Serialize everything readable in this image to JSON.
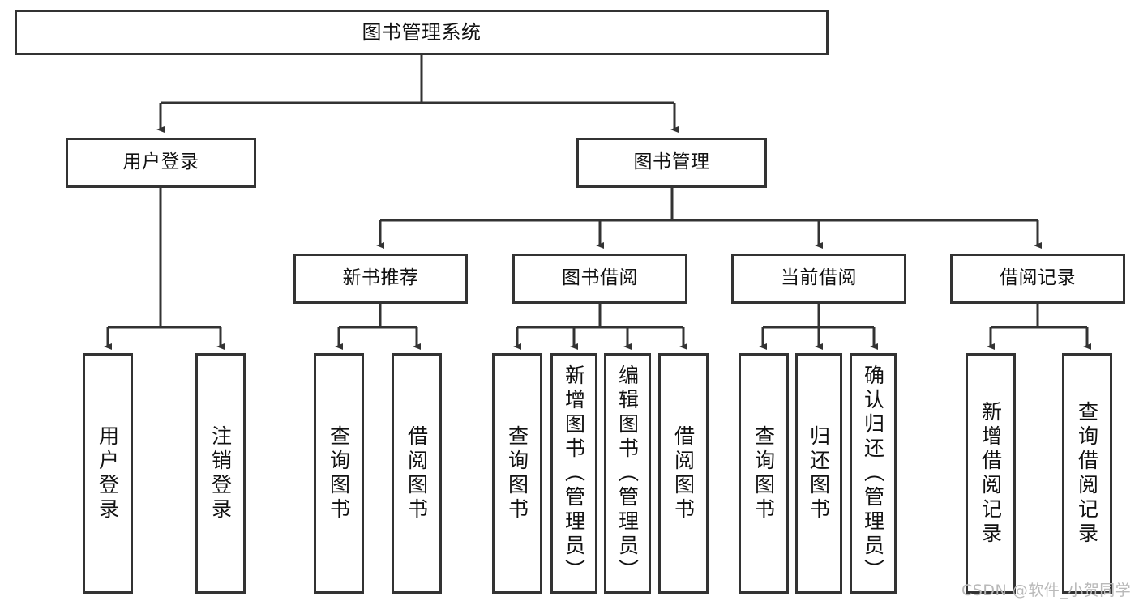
{
  "diagram": {
    "title": "图书管理系统",
    "type": "hierarchy-tree",
    "colors": {
      "box_border": "#333333",
      "box_fill": "#ffffff",
      "edge": "#333333",
      "background": "#ffffff",
      "watermark": "#b9b9b9"
    },
    "levels": {
      "root": {
        "label": "图书管理系统"
      },
      "level2": [
        {
          "label": "用户登录"
        },
        {
          "label": "图书管理"
        }
      ],
      "level3": [
        {
          "label": "新书推荐"
        },
        {
          "label": "图书借阅"
        },
        {
          "label": "当前借阅"
        },
        {
          "label": "借阅记录"
        }
      ],
      "leaves": [
        {
          "label": "用户登录",
          "parent": "用户登录"
        },
        {
          "label": "注销登录",
          "parent": "用户登录"
        },
        {
          "label": "查询图书",
          "parent": "新书推荐"
        },
        {
          "label": "借阅图书",
          "parent": "新书推荐"
        },
        {
          "label": "查询图书",
          "parent": "图书借阅"
        },
        {
          "label": "新增图书（管理员）",
          "parent": "图书借阅"
        },
        {
          "label": "编辑图书（管理员）",
          "parent": "图书借阅"
        },
        {
          "label": "借阅图书",
          "parent": "图书借阅"
        },
        {
          "label": "查询图书",
          "parent": "当前借阅"
        },
        {
          "label": "归还图书",
          "parent": "当前借阅"
        },
        {
          "label": "确认归还（管理员）",
          "parent": "当前借阅"
        },
        {
          "label": "新增借阅记录",
          "parent": "借阅记录"
        },
        {
          "label": "查询借阅记录",
          "parent": "借阅记录"
        }
      ]
    }
  },
  "watermark": {
    "text": "CSDN @软件_小贺同学"
  }
}
